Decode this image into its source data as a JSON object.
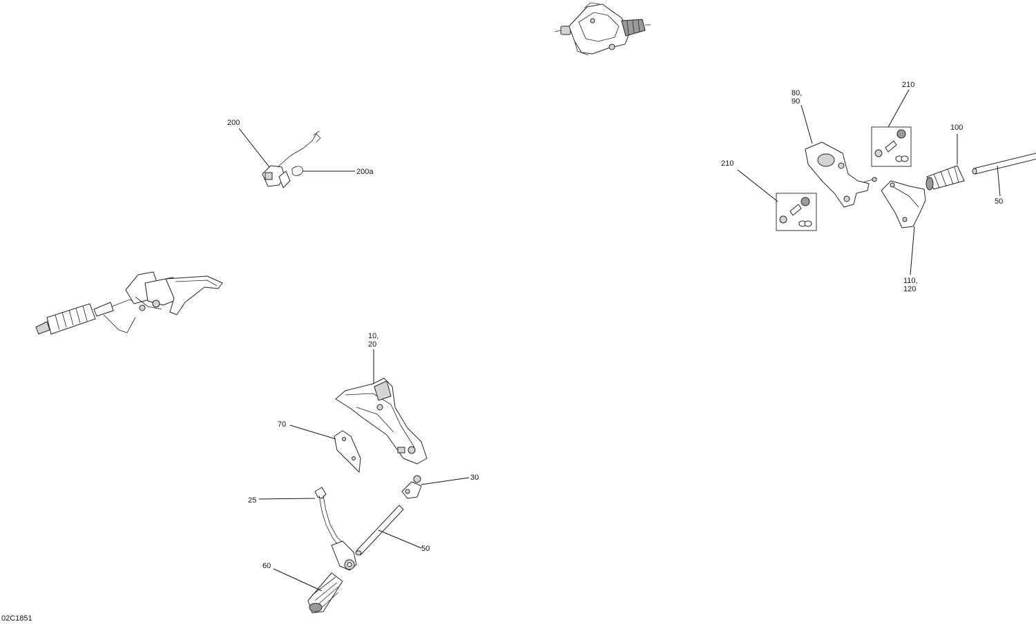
{
  "callouts": {
    "c200": "200",
    "c200a": "200a",
    "c10_l1": "10,",
    "c10_l2": "20",
    "c70": "70",
    "c30": "30",
    "c25": "25",
    "c50_a": "50",
    "c60": "60",
    "c80_l1": "80,",
    "c80_l2": "90",
    "c210_a": "210",
    "c210_b": "210",
    "c100": "100",
    "c50_b": "50",
    "c110_l1": "110,",
    "c110_l2": "120"
  },
  "document_code": "02C1851"
}
